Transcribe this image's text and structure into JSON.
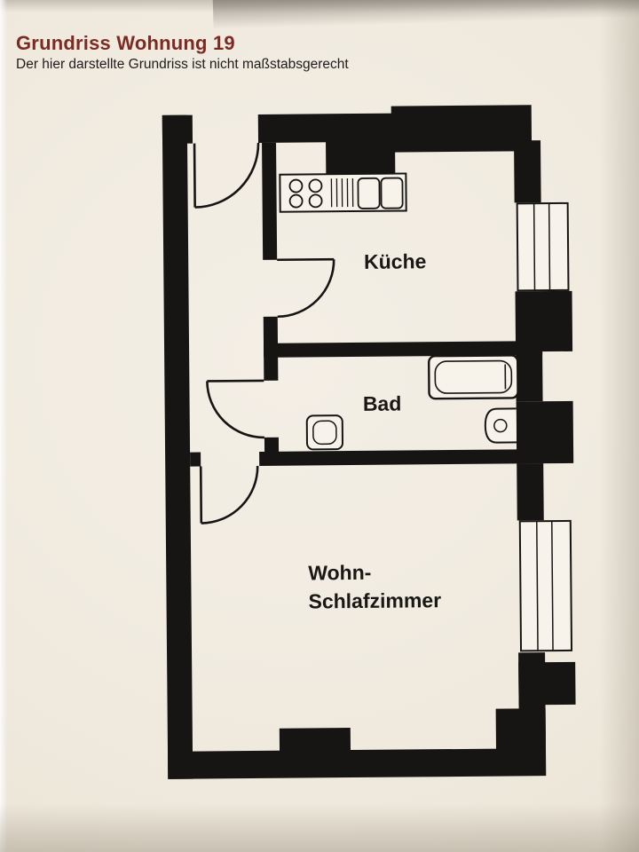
{
  "document": {
    "title": "Grundriss Wohnung 19",
    "subtitle": "Der hier darstellte Grundriss ist nicht maßstabsgerecht"
  },
  "floorplan": {
    "rooms": {
      "kitchen": {
        "label": "Küche"
      },
      "bath": {
        "label": "Bad"
      },
      "living": {
        "label_line1": "Wohn-",
        "label_line2": "Schlafzimmer"
      }
    },
    "fixtures": {
      "stove": "stove-icon",
      "sink": "kitchen-sink-icon",
      "bathtub": "bathtub-icon",
      "toilet": "toilet-icon",
      "washbasin": "washbasin-icon"
    },
    "doors": [
      "entrance-door",
      "kitchen-door",
      "bath-door",
      "living-room-door"
    ],
    "windows": [
      "kitchen-window",
      "living-room-window"
    ]
  },
  "colors": {
    "title_text": "#7c2a22",
    "paper": "#f0eadf",
    "ink": "#171513"
  }
}
